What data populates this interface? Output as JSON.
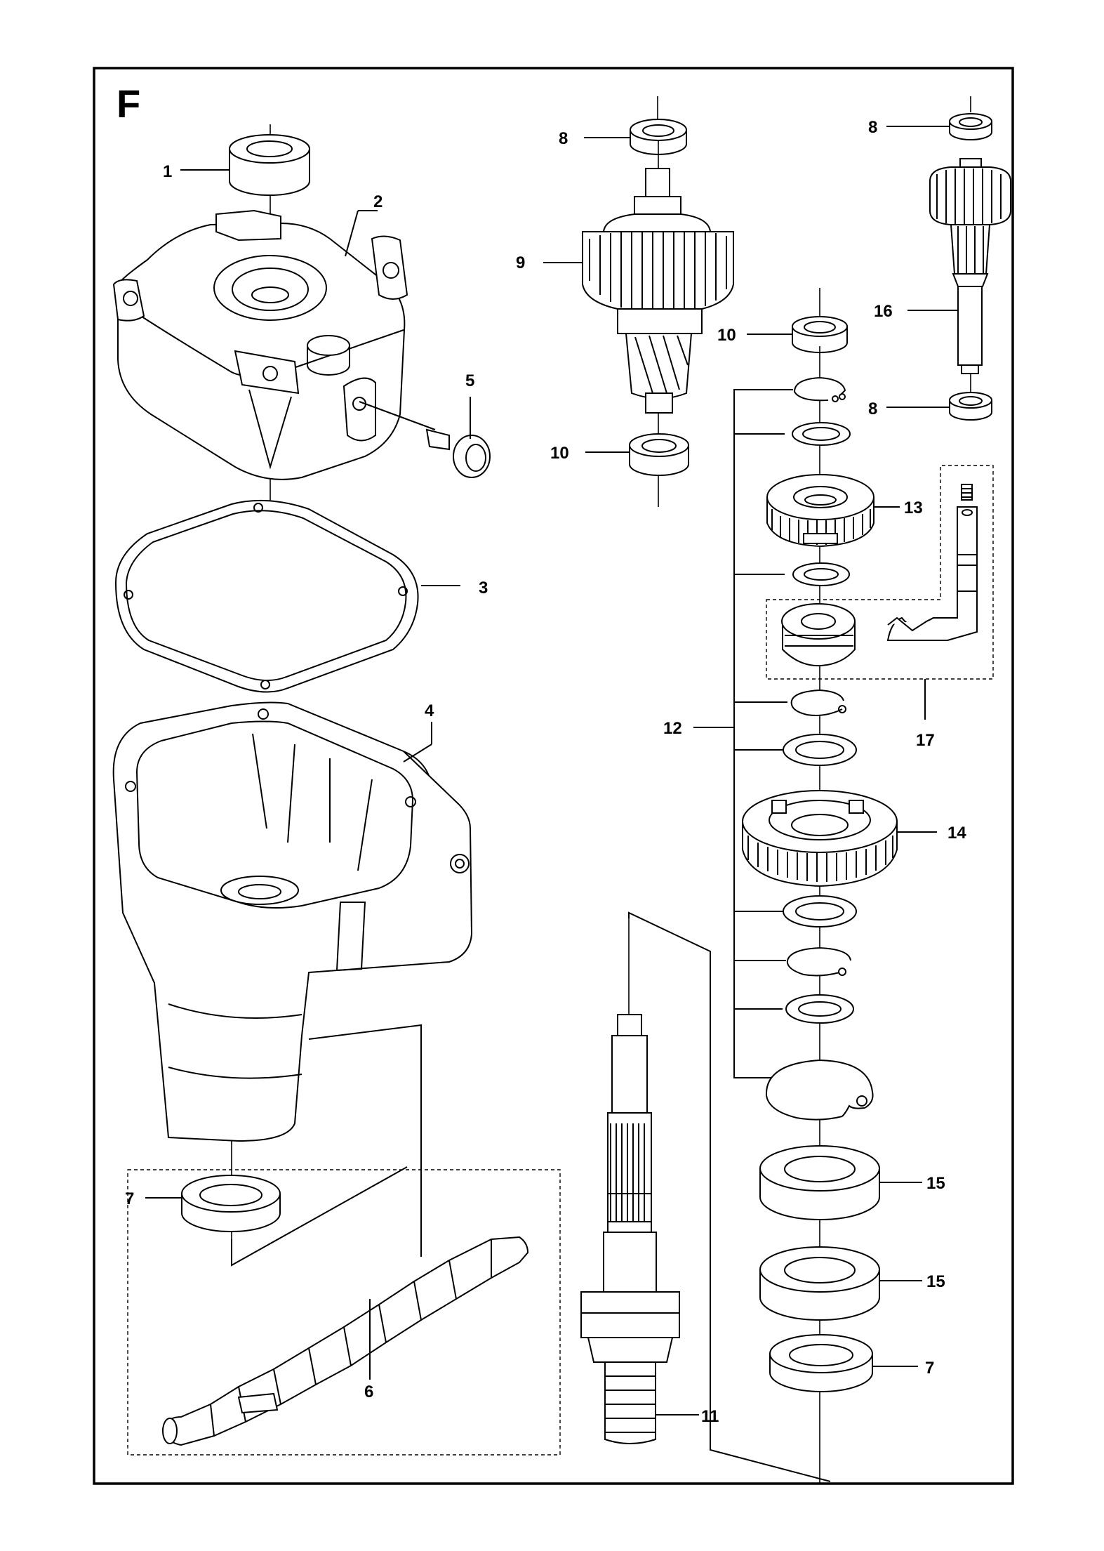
{
  "section_letter": "F",
  "callouts": [
    {
      "id": "c1",
      "label": "1"
    },
    {
      "id": "c2",
      "label": "2"
    },
    {
      "id": "c3",
      "label": "3"
    },
    {
      "id": "c4",
      "label": "4"
    },
    {
      "id": "c5",
      "label": "5"
    },
    {
      "id": "c6",
      "label": "6"
    },
    {
      "id": "c7a",
      "label": "7"
    },
    {
      "id": "c7b",
      "label": "7"
    },
    {
      "id": "c8a",
      "label": "8"
    },
    {
      "id": "c8b",
      "label": "8"
    },
    {
      "id": "c8c",
      "label": "8"
    },
    {
      "id": "c9",
      "label": "9"
    },
    {
      "id": "c10a",
      "label": "10"
    },
    {
      "id": "c10b",
      "label": "10"
    },
    {
      "id": "c11",
      "label": "11"
    },
    {
      "id": "c12",
      "label": "12"
    },
    {
      "id": "c13",
      "label": "13"
    },
    {
      "id": "c14",
      "label": "14"
    },
    {
      "id": "c15a",
      "label": "15"
    },
    {
      "id": "c15b",
      "label": "15"
    },
    {
      "id": "c16",
      "label": "16"
    },
    {
      "id": "c17",
      "label": "17"
    }
  ],
  "parts": [
    {
      "id": "bearing-1",
      "icon": "bearing-icon"
    },
    {
      "id": "gear-cover-2",
      "icon": "housing-cover-icon"
    },
    {
      "id": "gasket-3",
      "icon": "gasket-icon"
    },
    {
      "id": "gear-housing-4",
      "icon": "housing-icon"
    },
    {
      "id": "screw-plug-5",
      "icon": "plug-icon"
    },
    {
      "id": "crankshaft-assembly-6",
      "icon": "shaft-icon"
    },
    {
      "id": "seal-7",
      "icon": "seal-icon"
    },
    {
      "id": "bearing-8",
      "icon": "bearing-icon"
    },
    {
      "id": "gear-shaft-9",
      "icon": "gear-icon"
    },
    {
      "id": "bearing-10",
      "icon": "bearing-icon"
    },
    {
      "id": "spindle-11",
      "icon": "spindle-icon"
    },
    {
      "id": "ring-set-12",
      "icon": "retaining-ring-icon"
    },
    {
      "id": "gear-13",
      "icon": "gear-icon"
    },
    {
      "id": "gear-14",
      "icon": "gear-icon"
    },
    {
      "id": "bearing-15",
      "icon": "bearing-icon"
    },
    {
      "id": "pinion-shaft-16",
      "icon": "gear-icon"
    },
    {
      "id": "selector-assembly-17",
      "icon": "selector-fork-icon"
    }
  ]
}
